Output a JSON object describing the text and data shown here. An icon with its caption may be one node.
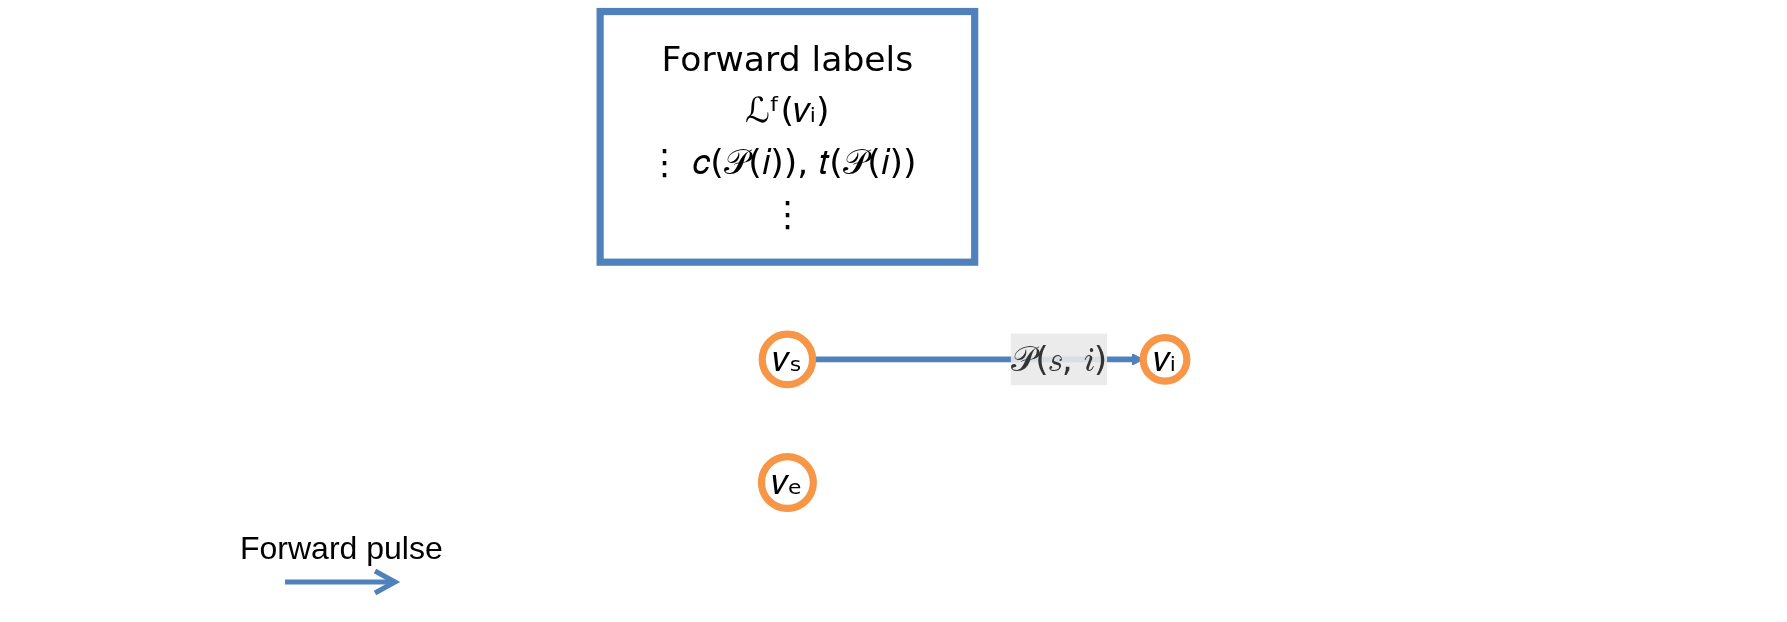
{
  "diagram": {
    "nodes": [
      {
        "text": [
          "Forward labels",
          "ℒᶠ(𝑣ᵢ)",
          "⋮ 𝑐(𝒫(𝑖)), 𝑡(𝒫(𝑖)) ⋮"
        ]
      },
      {
        "text": [
          "𝑣ₛ"
        ]
      },
      {
        "text": [
          "𝑣ᵢ"
        ]
      },
      {
        "text": [
          "𝑣ₑ"
        ]
      }
    ],
    "edges": [
      {
        "from": 1,
        "to": 2,
        "arrow": "to",
        "label": "𝒫(𝑠, 𝑖)"
      }
    ],
    "labels": [
      "Forward pulse"
    ]
  }
}
